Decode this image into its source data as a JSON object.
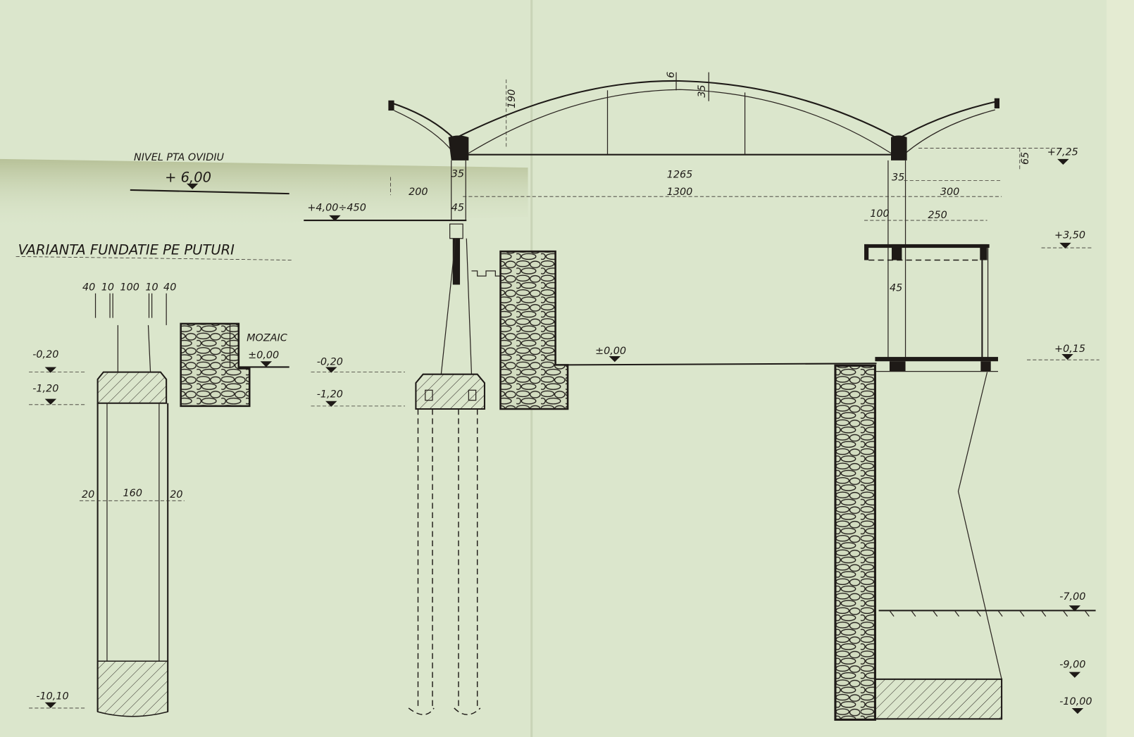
{
  "drawing": {
    "title": "VARIANTA FUNDATIE PE PUTURI",
    "colors": {
      "paper": "#dbe6cc",
      "fold": "#b9c29a",
      "ink": "#1e1a17"
    },
    "labels": {
      "nivel_label": "NIVEL PTA OVIDIU",
      "nivel_value": "+ 6,00",
      "canopy_left": "+4,00÷450",
      "mozaic": "MOZAIC",
      "mozaic_level": "±0,00",
      "floor_level": "±0,00",
      "lvl_725": "+7,25",
      "lvl_350": "+3,50",
      "lvl_015": "+0,15",
      "lvl_m700": "-7,00",
      "lvl_m900": "-9,00",
      "lvl_m1000": "-10,00",
      "lvl_m1010": "-10,10",
      "lvl_m020_a": "-0,20",
      "lvl_m120_a": "-1,20",
      "lvl_m020_b": "-0,20",
      "lvl_m120_b": "-1,20"
    },
    "dimensions": {
      "d190": "190",
      "d6": "6",
      "d35_top": "35",
      "d65": "65",
      "d1265": "1265",
      "d1300": "1300",
      "d200": "200",
      "d300": "300",
      "d35_left": "35",
      "d45_left": "45",
      "d35_right": "35",
      "d45_right": "45",
      "d100": "100",
      "d250": "250",
      "pile_top": [
        "40",
        "10",
        "100",
        "10",
        "40"
      ],
      "pile_w_left": "20",
      "pile_w_mid": "160",
      "pile_w_right": "20"
    }
  }
}
